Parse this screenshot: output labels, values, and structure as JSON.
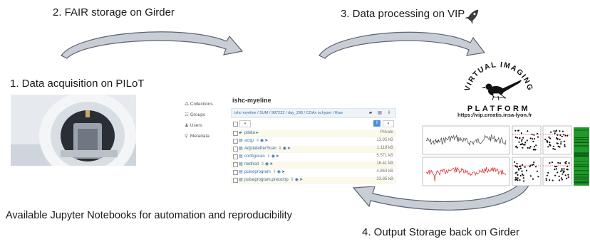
{
  "steps": {
    "step1": "1. Data acquisition on PILoT",
    "step2": "2. FAIR storage on Girder",
    "step3": "3. Data processing on VIP",
    "step4": "4. Output Storage back on Girder"
  },
  "notebooks": "Available Jupyter Notebooks for automation and reproducibility",
  "girder": {
    "nav": [
      "Collections",
      "Groups",
      "Users",
      "Metadata"
    ],
    "nav_icons": [
      "collections-icon",
      "groups-icon",
      "users-icon",
      "metadata-icon"
    ],
    "title": "ishc-myeline",
    "breadcrumb": "ishc-myeline / SUM / 987222 / day_298 / COAx ochyper / Raw",
    "privacy": "Private",
    "rows": [
      {
        "name": "pdata",
        "type": "folder",
        "size": "Private"
      },
      {
        "name": "acqp",
        "type": "file",
        "size": "13.95 kB"
      },
      {
        "name": "AdjstatePerScan",
        "type": "file",
        "size": "1.119 kB"
      },
      {
        "name": "configscan",
        "type": "file",
        "size": "5.571 kB"
      },
      {
        "name": "method",
        "type": "file",
        "size": "16.41 kB"
      },
      {
        "name": "pulseprogram",
        "type": "file",
        "size": "4.863 kB"
      },
      {
        "name": "pulseprogram.precomp",
        "type": "file",
        "size": "23.85 kB"
      }
    ]
  },
  "vip": {
    "arc_text": "VIRTUAL IMAGING",
    "platform_text": "PLATFORM",
    "url": "https://vip.creatis.insa-lyon.fr"
  },
  "colors": {
    "arrow_fill": "#c9ced6",
    "arrow_stroke": "#5b6470",
    "girder_header": "#eef3f8",
    "link_blue": "#3a6ea8",
    "plot_red": "#e02020",
    "plot_green": "#1f9a2a"
  }
}
